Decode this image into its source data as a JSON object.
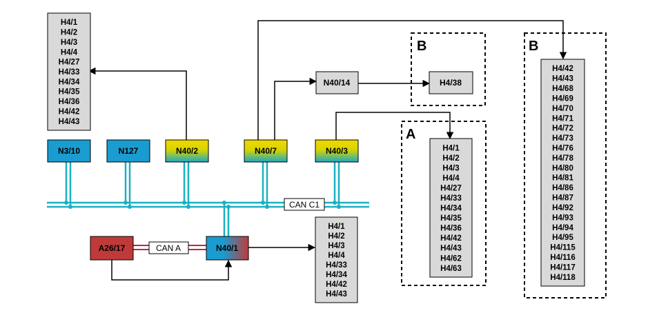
{
  "colors": {
    "can_bus": "#1ab0c0",
    "can_a_bus": "#c0283c",
    "node_blue": "#1a9cd0",
    "node_red": "#c03a3a",
    "gradient_top": "#f0d800",
    "gradient_bottom": "#1aa8c8",
    "list_fill": "#d9d9d9"
  },
  "nodes": {
    "n3_10": "N3/10",
    "n127": "N127",
    "n40_2": "N40/2",
    "n40_7": "N40/7",
    "n40_3": "N40/3",
    "n40_14": "N40/14",
    "n40_1": "N40/1",
    "a26_17": "A26/17",
    "h4_38": "H4/38"
  },
  "buses": {
    "can_c1": "CAN C1",
    "can_a": "CAN A"
  },
  "groups": {
    "a": "A",
    "b1": "B",
    "b2": "B"
  },
  "lists": {
    "top_left": [
      "H4/1",
      "H4/2",
      "H4/3",
      "H4/4",
      "H4/27",
      "H4/33",
      "H4/34",
      "H4/35",
      "H4/36",
      "H4/42",
      "H4/43"
    ],
    "group_a": [
      "H4/1",
      "H4/2",
      "H4/3",
      "H4/4",
      "H4/27",
      "H4/33",
      "H4/34",
      "H4/35",
      "H4/36",
      "H4/42",
      "H4/43",
      "H4/62",
      "H4/63"
    ],
    "group_b": [
      "H4/42",
      "H4/43",
      "H4/68",
      "H4/69",
      "H4/70",
      "H4/71",
      "H4/72",
      "H4/73",
      "H4/76",
      "H4/78",
      "H4/80",
      "H4/81",
      "H4/86",
      "H4/87",
      "H4/92",
      "H4/93",
      "H4/94",
      "H4/95",
      "H4/115",
      "H4/116",
      "H4/117",
      "H4/118"
    ],
    "n40_1_out": [
      "H4/1",
      "H4/2",
      "H4/3",
      "H4/4",
      "H4/33",
      "H4/34",
      "H4/42",
      "H4/43"
    ]
  }
}
